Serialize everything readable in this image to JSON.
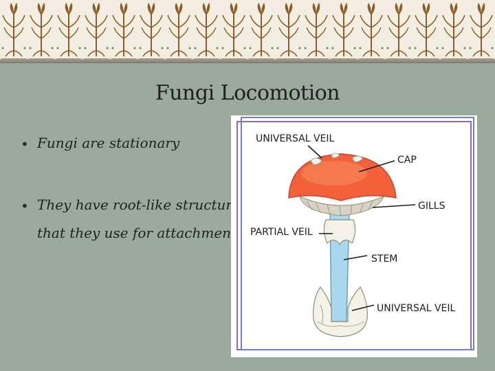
{
  "slide": {
    "title": "Fungi Locomotion",
    "bullets": [
      {
        "text": "Fungi are stationary",
        "continuation": ""
      },
      {
        "text": "They have root-like structures",
        "continuation": "that they use for attachment"
      }
    ]
  },
  "diagram": {
    "labels": {
      "universal_veil_top": "UNIVERSAL VEIL",
      "cap": "CAP",
      "gills": "GILLS",
      "partial_veil": "PARTIAL VEIL",
      "stem": "STEM",
      "universal_veil_bottom": "UNIVERSAL VEIL"
    }
  },
  "colors": {
    "slide_background": "#9aab9c",
    "banner_background": "#f3eee1",
    "banner_ornament": "#8c5f2a",
    "frame_purple": "#8a66c9",
    "frame_blue": "#6c7fc7",
    "cap_red": "#f3613a",
    "stem_blue": "#a9d8ee"
  }
}
